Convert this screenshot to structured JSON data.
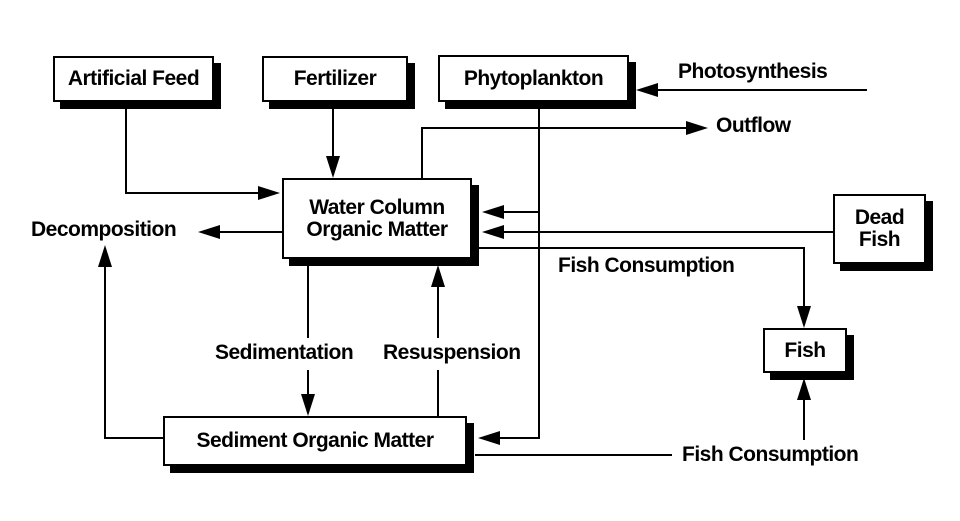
{
  "diagram": {
    "title": "Pond organic matter flow diagram",
    "colors": {
      "ink": "#000000",
      "background": "#ffffff",
      "box_fill": "#ffffff"
    },
    "nodes": [
      {
        "id": "artificial-feed",
        "label": "Artificial Feed"
      },
      {
        "id": "fertilizer",
        "label": "Fertilizer"
      },
      {
        "id": "phytoplankton",
        "label": "Phytoplankton"
      },
      {
        "id": "water-column-organic-matter",
        "label": "Water Column\nOrganic Matter"
      },
      {
        "id": "dead-fish",
        "label": "Dead\nFish"
      },
      {
        "id": "fish",
        "label": "Fish"
      },
      {
        "id": "sediment-organic-matter",
        "label": "Sediment Organic Matter"
      }
    ],
    "flow_labels": [
      {
        "id": "photosynthesis",
        "text": "Photosynthesis"
      },
      {
        "id": "outflow",
        "text": "Outflow"
      },
      {
        "id": "decomposition",
        "text": "Decomposition"
      },
      {
        "id": "fish-consumption-upper",
        "text": "Fish Consumption"
      },
      {
        "id": "sedimentation",
        "text": "Sedimentation"
      },
      {
        "id": "resuspension",
        "text": "Resuspension"
      },
      {
        "id": "fish-consumption-lower",
        "text": "Fish Consumption"
      }
    ],
    "edges": [
      {
        "from": "Artificial Feed",
        "to": "Water Column Organic Matter",
        "label": ""
      },
      {
        "from": "Fertilizer",
        "to": "Water Column Organic Matter",
        "label": ""
      },
      {
        "from": "Photosynthesis",
        "to": "Phytoplankton",
        "label": "Photosynthesis"
      },
      {
        "from": "Water Column Organic Matter",
        "to": "Outflow",
        "label": "Outflow"
      },
      {
        "from": "Phytoplankton",
        "to": "Water Column Organic Matter",
        "label": ""
      },
      {
        "from": "Phytoplankton",
        "to": "Sediment Organic Matter",
        "label": ""
      },
      {
        "from": "Dead Fish",
        "to": "Water Column Organic Matter",
        "label": ""
      },
      {
        "from": "Water Column Organic Matter",
        "to": "Fish",
        "label": "Fish Consumption"
      },
      {
        "from": "Water Column Organic Matter",
        "to": "Sediment Organic Matter",
        "label": "Sedimentation"
      },
      {
        "from": "Sediment Organic Matter",
        "to": "Water Column Organic Matter",
        "label": "Resuspension"
      },
      {
        "from": "Sediment Organic Matter",
        "to": "Decomposition",
        "label": "Decomposition"
      },
      {
        "from": "Water Column Organic Matter",
        "to": "Decomposition",
        "label": "Decomposition"
      },
      {
        "from": "Sediment Organic Matter",
        "to": "Fish",
        "label": "Fish Consumption"
      }
    ]
  }
}
